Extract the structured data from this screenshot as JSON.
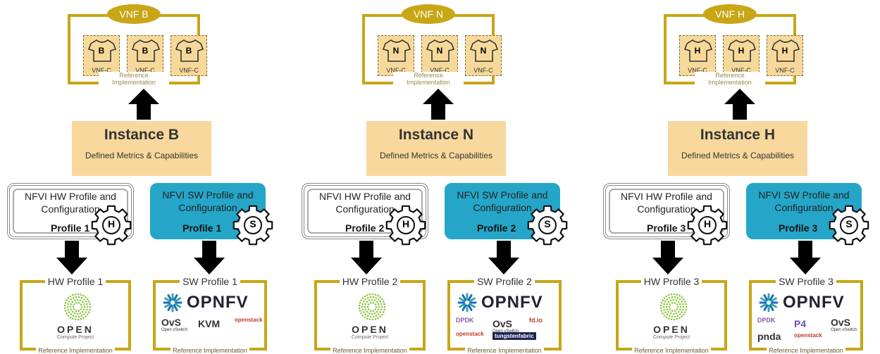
{
  "columns": [
    {
      "vnf_title": "VNF B",
      "vnfc_letter": "B",
      "vnfc_label": "VNF-C",
      "ref_top": "Reference Implementation",
      "instance_title": "Instance B",
      "instance_sub": "Defined Metrics & Capabilities",
      "hw_line": "NFVI HW Profile and Configuration",
      "hw_profile": "Profile 1",
      "hw_gear_letter": "H",
      "sw_line": "NFVI SW Profile and Configuration",
      "sw_profile": "Profile 1",
      "sw_gear_letter": "S",
      "hw_box_title": "HW Profile 1",
      "sw_box_title": "SW Profile 1",
      "open_text": "OPEN",
      "open_sub": "Compute Project",
      "ref_bottom_hw": "Reference Implementation",
      "ref_bottom_sw": "Reference Implementation",
      "sw_logo_main": "OPNFV",
      "sw_logos": [
        "OvS",
        "KVM",
        "openstack"
      ],
      "sw_logo_subs": [
        "Open vSwitch"
      ]
    },
    {
      "vnf_title": "VNF N",
      "vnfc_letter": "N",
      "vnfc_label": "VNF-C",
      "ref_top": "Reference Implementation",
      "instance_title": "Instance N",
      "instance_sub": "Defined Metrics & Capabilities",
      "hw_line": "NFVI HW Profile and Configuration",
      "hw_profile": "Profile 2",
      "hw_gear_letter": "H",
      "sw_line": "NFVI SW Profile and Configuration",
      "sw_profile": "Profile 2",
      "sw_gear_letter": "S",
      "hw_box_title": "HW Profile 2",
      "sw_box_title": "SW Profile 2",
      "open_text": "OPEN",
      "open_sub": "Compute Project",
      "ref_bottom_hw": "Reference Implementation",
      "ref_bottom_sw": "Reference Implementation",
      "sw_logo_main": "OPNFV",
      "sw_logos": [
        "DPDK",
        "OvS",
        "fd.io",
        "openstack",
        "tungstenfabric"
      ],
      "sw_logo_subs": [
        "Open vSwitch"
      ]
    },
    {
      "vnf_title": "VNF H",
      "vnfc_letter": "H",
      "vnfc_label": "VNF-C",
      "ref_top": "Reference Implementation",
      "instance_title": "Instance H",
      "instance_sub": "Defined Metrics & Capabilities",
      "hw_line": "NFVI HW Profile and Configuration",
      "hw_profile": "Profile 3",
      "hw_gear_letter": "H",
      "sw_line": "NFVI SW Profile and Configuration",
      "sw_profile": "Profile 3",
      "sw_gear_letter": "S",
      "hw_box_title": "HW Profile 3",
      "sw_box_title": "SW Profile 3",
      "open_text": "OPEN",
      "open_sub": "Compute Project",
      "ref_bottom_hw": "Reference Implementation",
      "ref_bottom_sw": "Reference Implementation",
      "sw_logo_main": "OPNFV",
      "sw_logos": [
        "DPDK",
        "P4",
        "OvS",
        "pnda",
        "openstack"
      ],
      "sw_logo_subs": [
        "Open vSwitch"
      ]
    }
  ],
  "colors": {
    "gold": "#c8a616",
    "instance_fill": "#f8d89c",
    "sw_fill": "#25a6c8",
    "vnfc_fill": "#f6d99a"
  }
}
